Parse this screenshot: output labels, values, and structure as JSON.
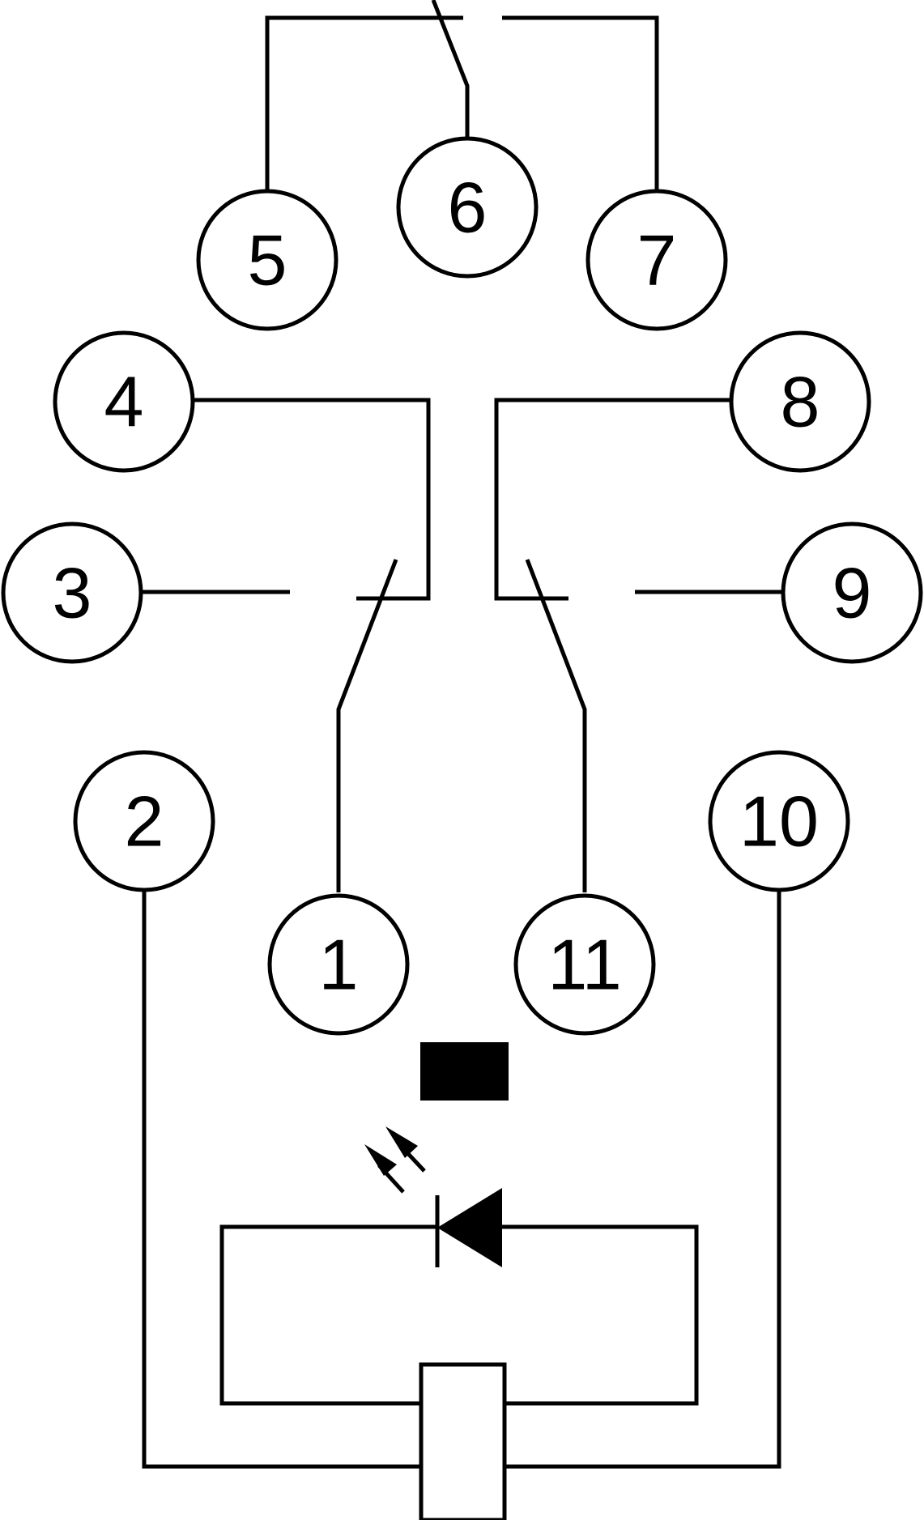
{
  "pins": {
    "p1": "1",
    "p2": "2",
    "p3": "3",
    "p4": "4",
    "p5": "5",
    "p6": "6",
    "p7": "7",
    "p8": "8",
    "p9": "9",
    "p10": "10",
    "p11": "11"
  },
  "colors": {
    "stroke": "#000000",
    "background": "#ffffff"
  },
  "icons": {
    "led": "led-diode-icon",
    "light_emission": "light-arrows-icon",
    "coil": "relay-coil-icon",
    "indicator": "indicator-block-icon"
  }
}
